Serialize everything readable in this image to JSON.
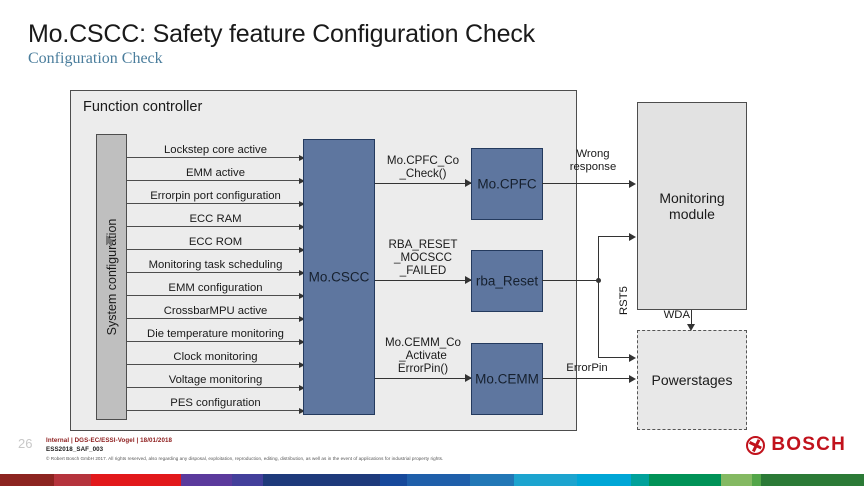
{
  "header": {
    "title": "Mo.CSCC: Safety feature Configuration Check",
    "subtitle": "Configuration Check"
  },
  "diagram": {
    "function_controller_label": "Function controller",
    "system_configuration_label": "System configuration",
    "cursor_icon": "cursor-arrow",
    "signals": [
      {
        "label": "Lockstep core active"
      },
      {
        "label": "EMM active"
      },
      {
        "label": "Errorpin port configuration"
      },
      {
        "label": "ECC RAM"
      },
      {
        "label": "ECC ROM"
      },
      {
        "label": "Monitoring task scheduling"
      },
      {
        "label": "EMM configuration"
      },
      {
        "label": "CrossbarMPU active"
      },
      {
        "label": "Die temperature monitoring"
      },
      {
        "label": "Clock monitoring"
      },
      {
        "label": "Voltage monitoring"
      },
      {
        "label": "PES configuration"
      }
    ],
    "blocks": {
      "mocscc": "Mo.CSCC",
      "mocpfc": "Mo.CPFC",
      "rba_reset": "rba_Reset",
      "mocemm": "Mo.CEMM",
      "monitoring_module": "Monitoring module",
      "powerstages": "Powerstages"
    },
    "calls": {
      "mocpfc_call": "Mo.CPFC_Co\n_Check()",
      "mocpfc_call_l1": "Mo.CPFC_Co",
      "mocpfc_call_l2": "_Check()",
      "rba_reset_call_l1": "RBA_RESET",
      "rba_reset_call_l2": "_MOCSCC",
      "rba_reset_call_l3": "_FAILED",
      "mocemm_call_l1": "Mo.CEMM_Co",
      "mocemm_call_l2": "_Activate",
      "mocemm_call_l3": "ErrorPin()"
    },
    "edges": {
      "wrong_response_l1": "Wrong",
      "wrong_response_l2": "response",
      "rst5": "RST5",
      "wda": "WDA",
      "errorpin": "ErrorPin"
    },
    "colors": {
      "block_fill": "#5e769f",
      "block_border": "#243a5e",
      "controller_fill": "#ececec",
      "sysconfig_fill": "#bfbfbf",
      "module_fill": "#e2e2e2"
    }
  },
  "footer": {
    "page_number": "26",
    "line1": "Internal | DGS-EC/ESSI-Vogel | 18/01/2018",
    "line2": "ESS2018_SAF_003",
    "copyright": "© Robert Bosch GmbH 2017. All rights reserved, also regarding any disposal, exploitation, reproduction, editing, distribution, as well as in the event of applications for industrial property rights.",
    "logo_text": "BOSCH",
    "logo_icon": "bosch-armature-icon",
    "supergraphic": [
      {
        "color": "#8c2420",
        "w": 60
      },
      {
        "color": "#b5333c",
        "w": 42
      },
      {
        "color": "#e2181b",
        "w": 100
      },
      {
        "color": "#5b3a9c",
        "w": 57
      },
      {
        "color": "#433f9b",
        "w": 35
      },
      {
        "color": "#1e3a7b",
        "w": 130
      },
      {
        "color": "#17499b",
        "w": 30
      },
      {
        "color": "#1f5faa",
        "w": 70
      },
      {
        "color": "#2277b6",
        "w": 50
      },
      {
        "color": "#1ca4cf",
        "w": 70
      },
      {
        "color": "#00a6d6",
        "w": 60
      },
      {
        "color": "#00a19a",
        "w": 20
      },
      {
        "color": "#009257",
        "w": 80
      },
      {
        "color": "#84b962",
        "w": 35
      },
      {
        "color": "#53a548",
        "w": 10
      },
      {
        "color": "#2b7a36",
        "w": 115
      }
    ]
  }
}
